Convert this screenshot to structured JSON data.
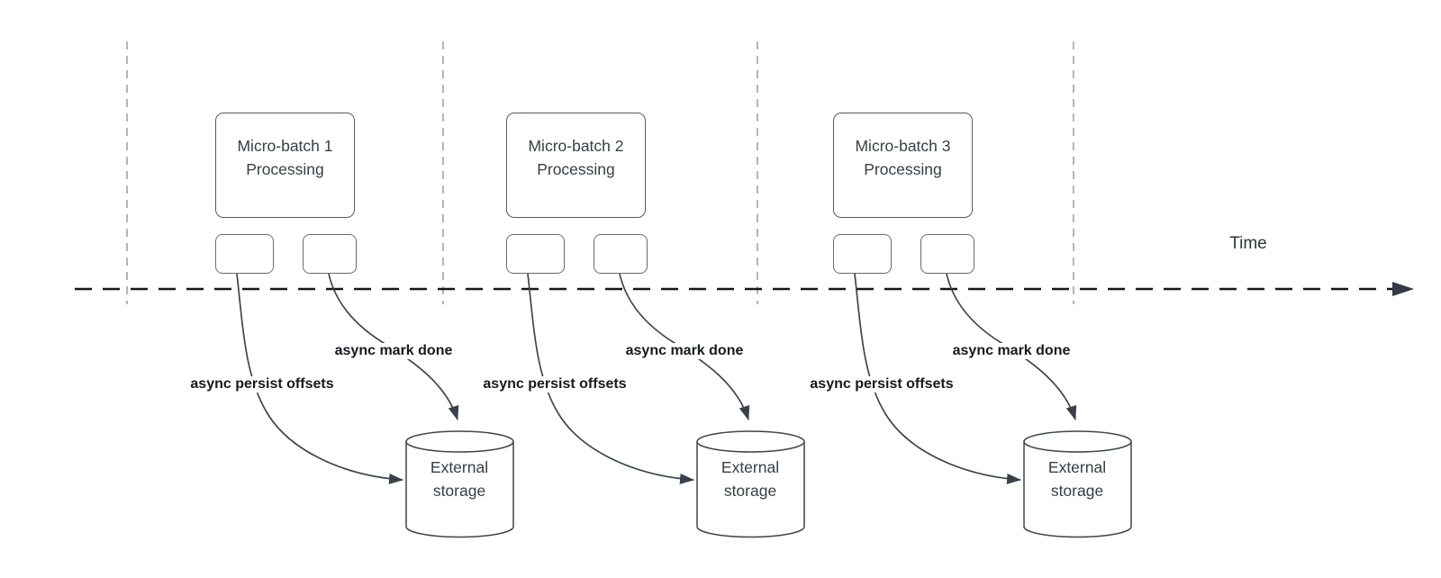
{
  "diagram": {
    "time_axis": {
      "label": "Time"
    },
    "groups": [
      {
        "box_title": "Micro-batch 1",
        "box_subtitle": "Processing",
        "persist_label": "async persist offsets",
        "mark_done_label": "async mark done",
        "storage_label": "External storage"
      },
      {
        "box_title": "Micro-batch 2",
        "box_subtitle": "Processing",
        "persist_label": "async persist offsets",
        "mark_done_label": "async mark done",
        "storage_label": "External storage"
      },
      {
        "box_title": "Micro-batch 3",
        "box_subtitle": "Processing",
        "persist_label": "async persist offsets",
        "mark_done_label": "async mark done",
        "storage_label": "External storage"
      }
    ],
    "colors": {
      "connector": "#3e4450",
      "guide_line": "#b5b5b5",
      "time_axis": "#161616",
      "label_text": "#16191f",
      "box_text": "#383e47",
      "background": "#ffffff"
    }
  }
}
